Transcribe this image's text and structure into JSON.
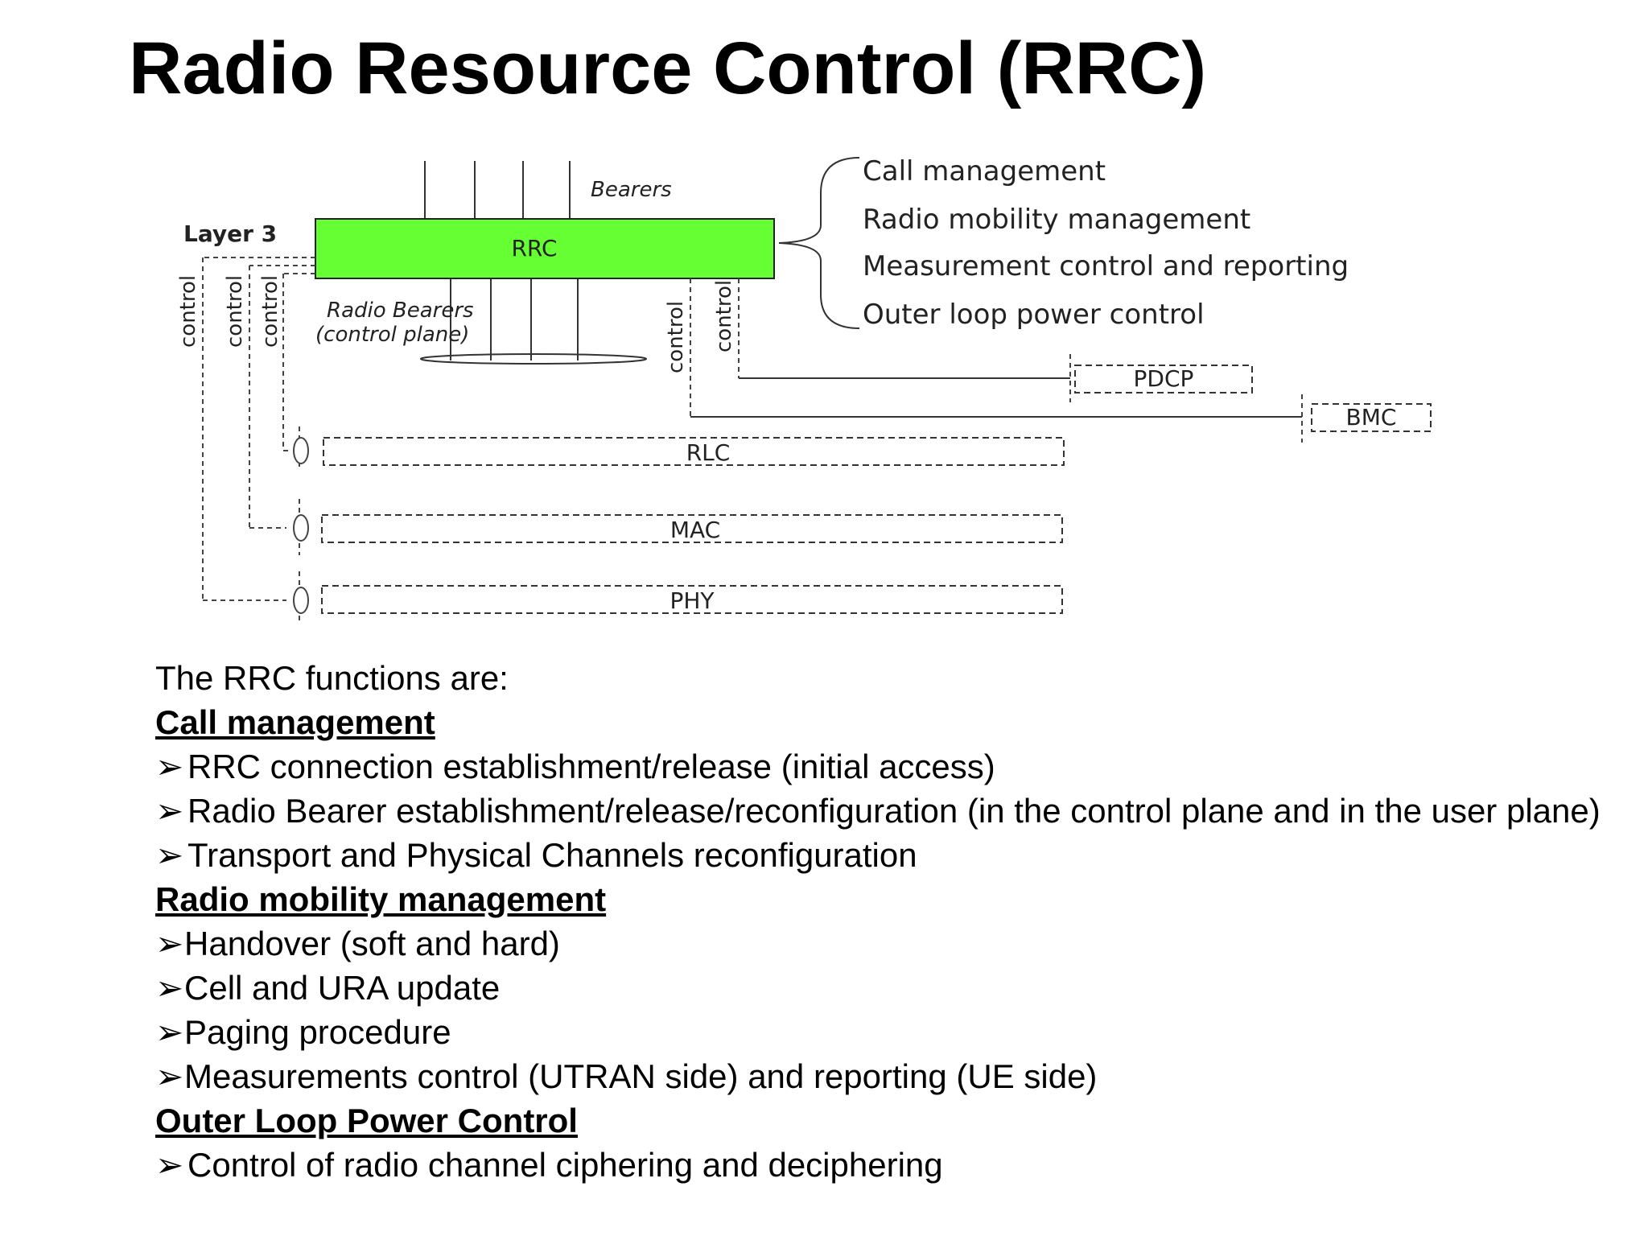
{
  "page_title": "Radio Resource Control (RRC)",
  "diagram": {
    "layer_label": "Layer 3",
    "rrc_label": "RRC",
    "bearers_label": "Bearers",
    "radio_bearers_line1": "Radio Bearers",
    "radio_bearers_line2": "(control plane)",
    "control_label": "control",
    "pdcp_label": "PDCP",
    "bmc_label": "BMC",
    "rlc_label": "RLC",
    "mac_label": "MAC",
    "phy_label": "PHY",
    "functions": [
      "Call management",
      "Radio mobility management",
      "Measurement control and reporting",
      "Outer loop power control"
    ],
    "colors": {
      "rrc_fill": "#66ff33",
      "line": "#333333"
    }
  },
  "content": {
    "intro": "The RRC functions are:",
    "sections": [
      {
        "heading": "Call management",
        "items": [
          "RRC connection establishment/release (initial access)",
          "Radio Bearer establishment/release/reconfiguration (in the control plane and in the user plane)",
          "Transport and Physical  Channels reconfiguration"
        ]
      },
      {
        "heading": "Radio mobility management",
        "items": [
          "Handover (soft and hard)",
          "Cell and URA update",
          "Paging procedure",
          "Measurements control (UTRAN side) and reporting (UE side)"
        ]
      },
      {
        "heading": "Outer Loop Power Control",
        "items": [
          "Control of radio channel ciphering and deciphering"
        ]
      }
    ],
    "bullet_glyph": "➢"
  }
}
